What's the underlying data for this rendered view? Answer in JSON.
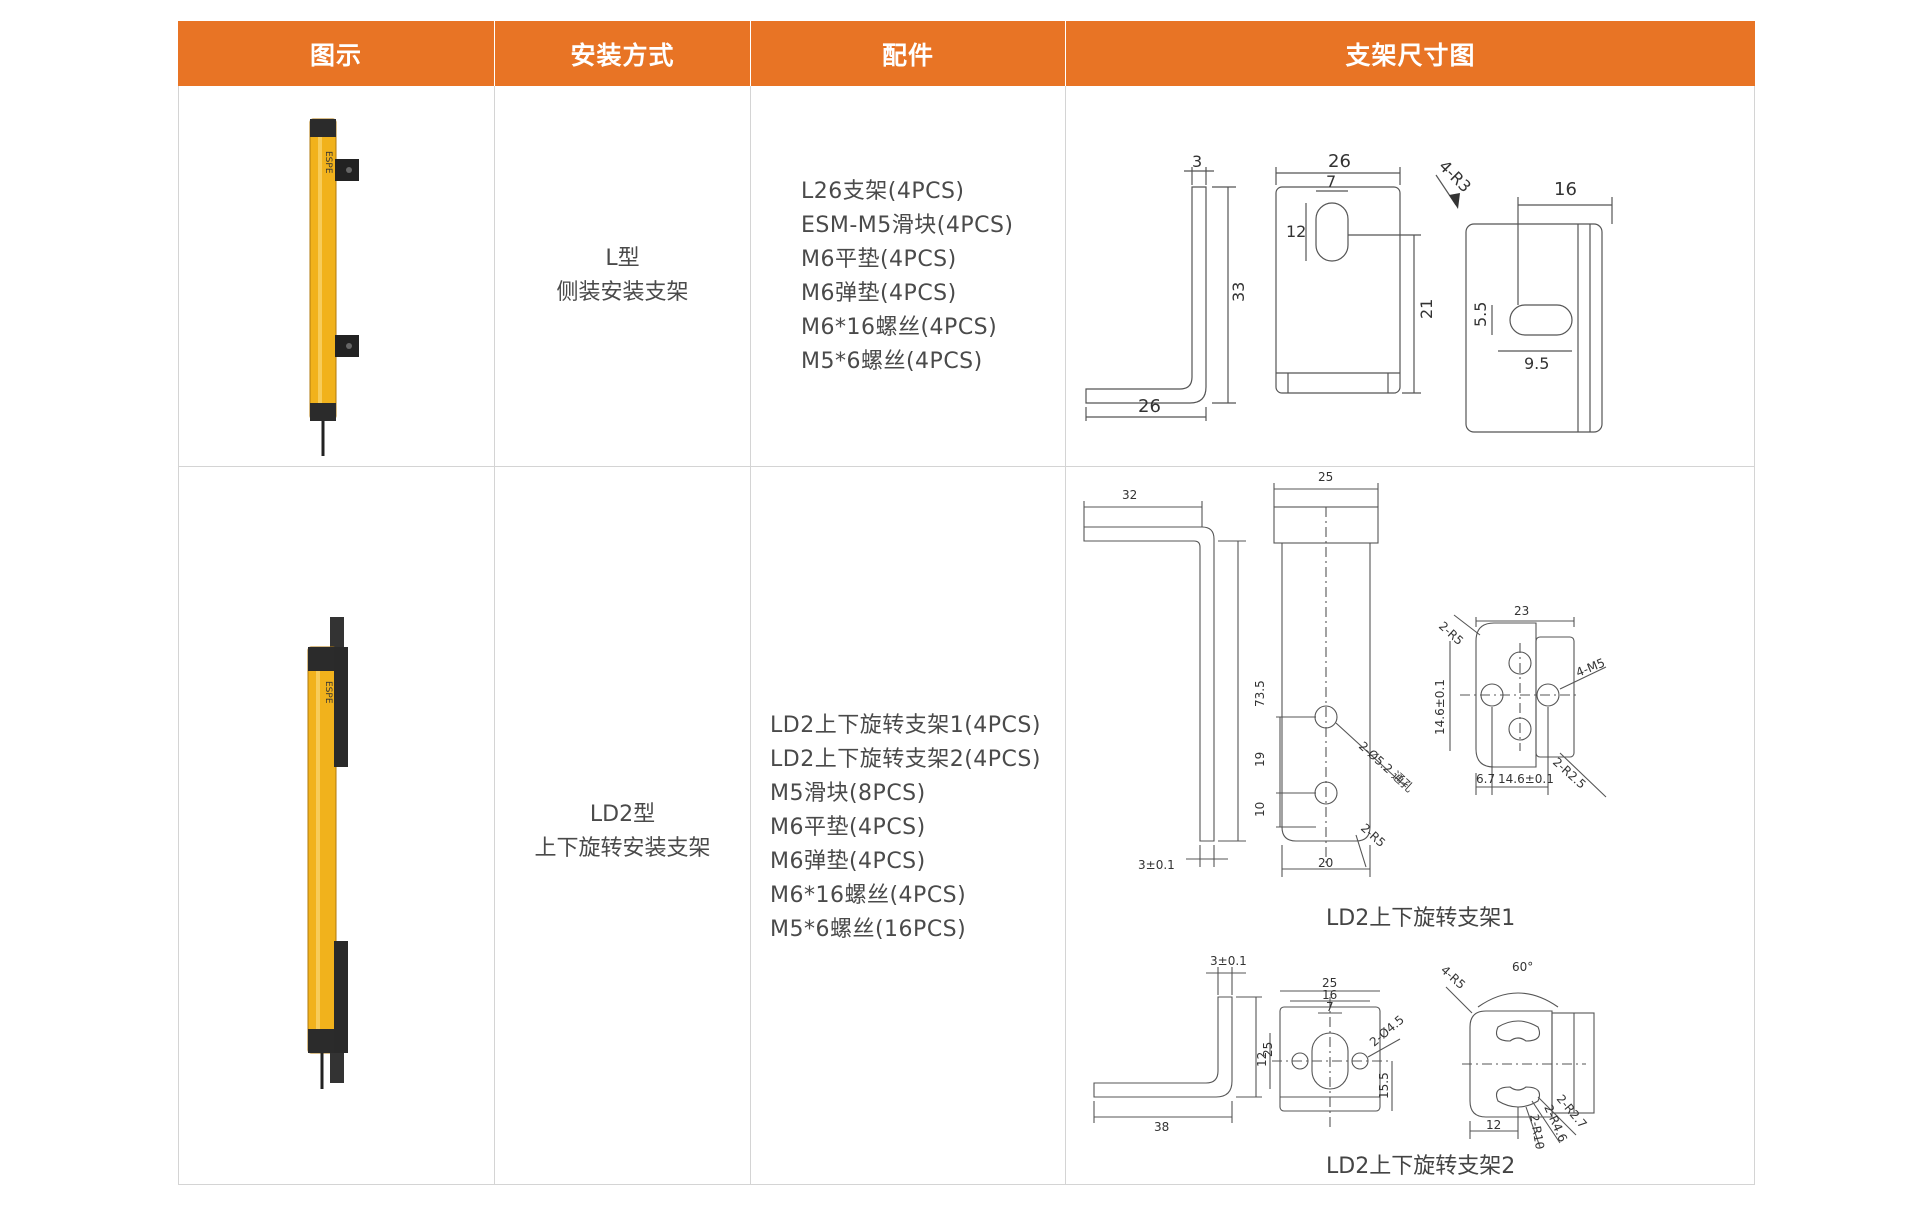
{
  "header": {
    "col1": "图示",
    "col2": "安装方式",
    "col3": "配件",
    "col4": "支架尺寸图"
  },
  "rows": [
    {
      "mount_type": "L型",
      "mount_desc": "侧装安装支架",
      "accessories": [
        "L26支架(4PCS)",
        "ESM-M5滑块(4PCS)",
        "M6平垫(4PCS)",
        "M6弹垫(4PCS)",
        "M6*16螺丝(4PCS)",
        "M5*6螺丝(4PCS)"
      ],
      "dims": {
        "side_top": "3",
        "side_height": "33",
        "side_bottom": "26",
        "front_width": "26",
        "front_slot_w": "7",
        "front_slot_h": "12",
        "front_height": "21",
        "right_radius": "4-R3",
        "right_top": "16",
        "right_slot_h": "5.5",
        "right_slot_w": "9.5"
      }
    },
    {
      "mount_type": "LD2型",
      "mount_desc": "上下旋转安装支架",
      "accessories": [
        "LD2上下旋转支架1(4PCS)",
        "LD2上下旋转支架2(4PCS)",
        "M5滑块(8PCS)",
        "M6平垫(4PCS)",
        "M6弹垫(4PCS)",
        "M6*16螺丝(4PCS)",
        "M5*6螺丝(16PCS)"
      ],
      "dims": {
        "b1_top": "32",
        "b1_height": "73.5",
        "b1_thick": "3±0.1",
        "b1f_top": "25",
        "b1f_19": "19",
        "b1f_10": "10",
        "b1f_bottom": "20",
        "b1f_hole": "2-Ø5.2 通孔",
        "b1f_r5": "2-R5",
        "b1r_r5": "2-R5",
        "b1r_23": "23",
        "b1r_m5": "4-M5",
        "b1r_146v": "14.6±0.1",
        "b1r_67": "6.7",
        "b1r_146h": "14.6±0.1",
        "b1r_r25": "2-R2.5",
        "caption1": "LD2上下旋转支架1",
        "b2_thick": "3±0.1",
        "b2_height": "25",
        "b2_bottom": "38",
        "b2f_25": "25",
        "b2f_16": "16",
        "b2f_7": "7",
        "b2f_hole": "2-Ø4.5",
        "b2f_12": "12",
        "b2f_155": "15.5",
        "b2r_r5": "4-R5",
        "b2r_60": "60°",
        "b2r_12": "12",
        "b2r_r10": "2-R10",
        "b2r_r46": "2-R4.6",
        "b2r_r27": "2-R2.7",
        "caption2": "LD2上下旋转支架2"
      }
    }
  ],
  "colors": {
    "header_bg": "#e87425",
    "sensor_yellow": "#f1b21c",
    "line": "#d4d4d4"
  }
}
